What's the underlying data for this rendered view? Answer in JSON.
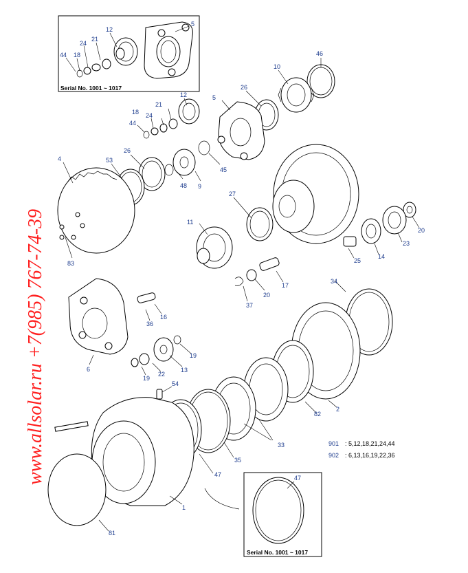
{
  "inset_top": {
    "serial_label": "Serial No. 1001 ~ 1017"
  },
  "inset_bottom": {
    "serial_label": "Serial No. 1001 ~ 1017"
  },
  "legend": [
    {
      "key": "901",
      "parts": ": 5,12,18,21,24,44"
    },
    {
      "key": "902",
      "parts": ": 6,13,16,19,22,36"
    }
  ],
  "watermark": "www.allsolar.ru  +7(985) 767-74-39",
  "part_numbers": [
    "44",
    "18",
    "24",
    "21",
    "12",
    "5",
    "46",
    "10",
    "26",
    "5",
    "12",
    "21",
    "24",
    "18",
    "44",
    "4",
    "53",
    "26",
    "48",
    "9",
    "45",
    "27",
    "11",
    "83",
    "20",
    "23",
    "14",
    "25",
    "37",
    "20",
    "17",
    "16",
    "36",
    "6",
    "13",
    "22",
    "19",
    "19",
    "34",
    "54",
    "82",
    "2",
    "33",
    "35",
    "47",
    "1",
    "81",
    "47"
  ],
  "colors": {
    "label_blue": "#1b3a8c",
    "watermark_red": "#ff1f1f",
    "line": "#000000"
  }
}
